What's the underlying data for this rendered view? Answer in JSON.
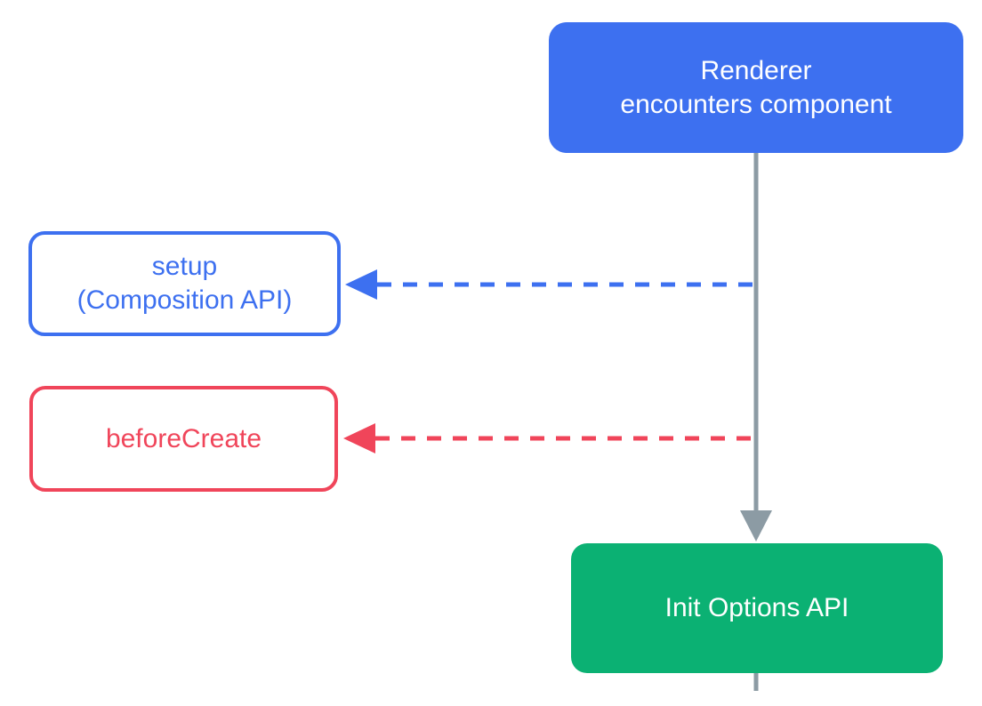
{
  "diagram": {
    "kind": "flowchart",
    "background": "#ffffff",
    "nodes": [
      {
        "id": "renderer",
        "label": "Renderer\nencounters component",
        "shape": "rounded-rect",
        "fill": "#3D70F0",
        "text_color": "#FFFFFF"
      },
      {
        "id": "setup",
        "label": "setup\n(Composition API)",
        "shape": "rounded-rect",
        "fill": "#FFFFFF",
        "border_color": "#3D70F0",
        "text_color": "#3D70F0"
      },
      {
        "id": "before-create",
        "label": "beforeCreate",
        "shape": "rounded-rect",
        "fill": "#FFFFFF",
        "border_color": "#F0455A",
        "text_color": "#F0455A"
      },
      {
        "id": "init-options",
        "label": "Init Options API",
        "shape": "rounded-rect",
        "fill": "#0BB173",
        "text_color": "#FFFFFF"
      }
    ],
    "edges": [
      {
        "from": "renderer",
        "to": "init-options",
        "style": "solid",
        "color": "#8C9BA4",
        "arrowhead": "down"
      },
      {
        "from": "main-flow-line",
        "to": "setup",
        "style": "dashed",
        "color": "#3D70F0",
        "arrowhead": "left"
      },
      {
        "from": "main-flow-line",
        "to": "before-create",
        "style": "dashed",
        "color": "#F0455A",
        "arrowhead": "left"
      },
      {
        "from": "init-options",
        "to": "continues-below",
        "style": "solid",
        "color": "#8C9BA4",
        "arrowhead": "none"
      }
    ],
    "colors": {
      "blue": "#3D70F0",
      "red": "#F0455A",
      "green": "#0BB173",
      "gray": "#8C9BA4"
    }
  }
}
